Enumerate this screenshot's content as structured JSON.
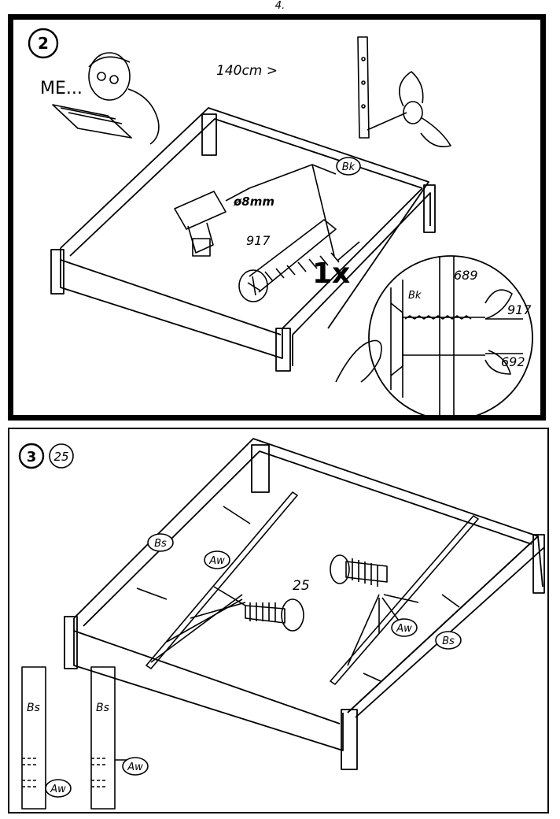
{
  "page_number": "4.",
  "step2": {
    "step_number": "2",
    "reader_text": "ME...",
    "bed_size": "140cm >",
    "drill_size": "ø8mm",
    "bolt_code": "917",
    "quantity": "1x",
    "part_bk": "Bk",
    "detail": {
      "part_bk": "Bk",
      "bracket_code": "689",
      "bolt_code": "917",
      "wingnut_code": "692"
    }
  },
  "step3": {
    "step_number": "3",
    "count_badge": "25",
    "screw_code": "25",
    "part_bs_left": "Bs",
    "part_aw_left": "Aw",
    "part_aw_right": "Aw",
    "part_bs_right": "Bs",
    "inset": {
      "rail1_label": "Bs",
      "rail1_part": "Aw",
      "rail2_label": "Bs",
      "rail2_part": "Aw"
    }
  },
  "colors": {
    "ink": "#000000",
    "paper": "#ffffff"
  }
}
